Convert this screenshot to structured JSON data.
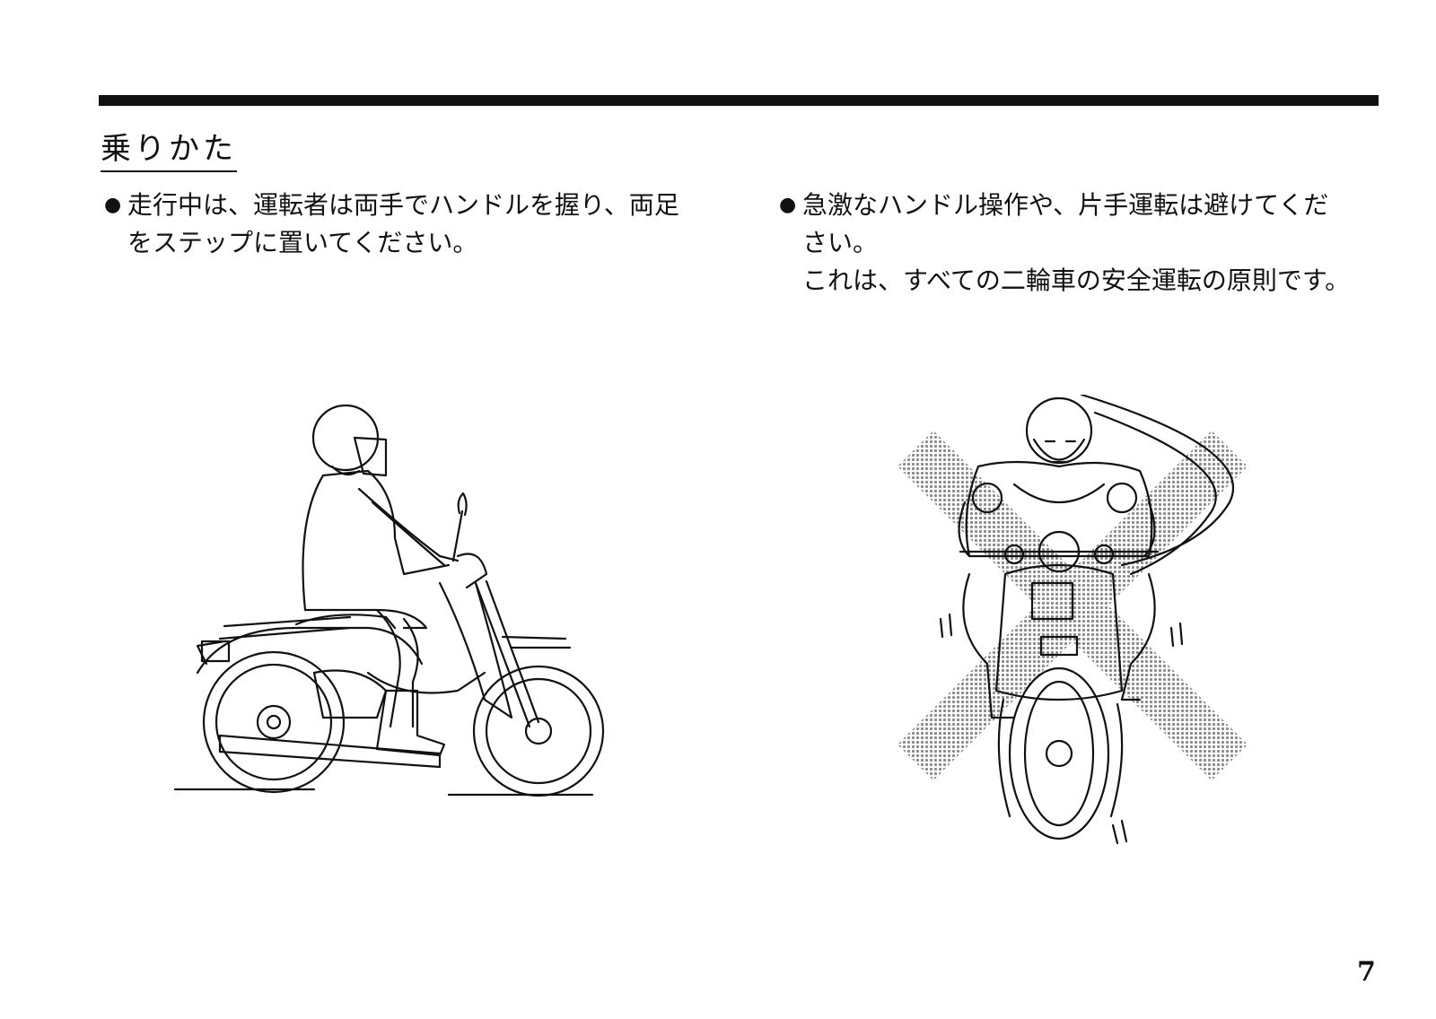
{
  "title": "乗りかた",
  "bullets": {
    "left": {
      "marker": "●",
      "lines": [
        "走行中は、運転者は両手でハンドルを握り、両足",
        "をステップに置いてください。"
      ]
    },
    "right": {
      "marker": "●",
      "lines": [
        "急激なハンドル操作や、片手運転は避けてくだ",
        "さい。",
        "これは、すべての二輪車の安全運転の原則です。"
      ]
    }
  },
  "page_number": "7",
  "colors": {
    "ink": "#111111",
    "x_mark": "#b8b8b8",
    "paper": "#ffffff"
  }
}
